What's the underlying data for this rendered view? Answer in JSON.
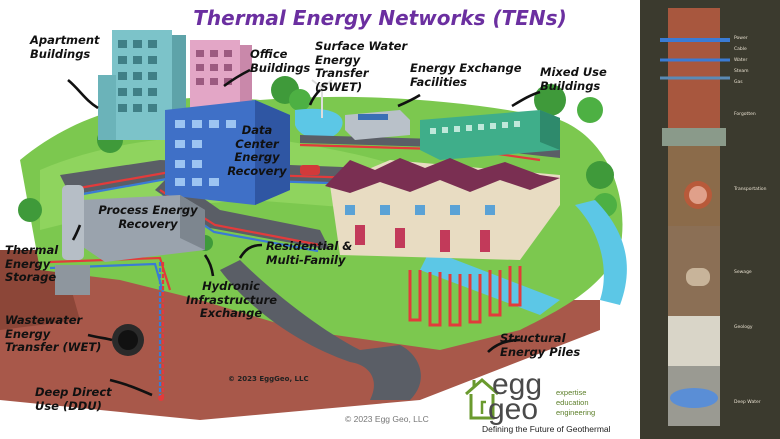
{
  "title": "Thermal Energy Networks (TENs)",
  "labels": {
    "apartment": "Apartment Buildings",
    "office": "Office Buildings",
    "swet": "Surface Water Energy Transfer (SWET)",
    "eef": "Energy Exchange Facilities",
    "mixed": "Mixed Use Buildings",
    "datacenter": "Data Center Energy Recovery",
    "process": "Process Energy Recovery",
    "thermal_storage": "Thermal Energy Storage",
    "residential": "Residential & Multi-Family",
    "hydronic": "Hydronic Infrastructure Exchange",
    "wet": "Wastewater Energy Transfer (WET)",
    "ddu": "Deep Direct Use (DDU)",
    "piles": "Structural Energy Piles"
  },
  "copyright_inner": "© 2023 EggGeo, LLC",
  "copyright_footer": "© 2023 Egg Geo, LLC",
  "logo": {
    "word_top": "egg",
    "word_bottom": "geo",
    "side": [
      "expertise",
      "education",
      "engineering"
    ],
    "tagline": "Defining the Future of Geothermal"
  },
  "column_labels": [
    "Power",
    "Cable",
    "Water",
    "Steam",
    "Gas",
    "Forgotten",
    "Transportation",
    "Sewage",
    "Geology",
    "Deep Water"
  ],
  "colors": {
    "title": "#6b2fa0",
    "grass": "#6fbf4a",
    "water": "#5cc7e6",
    "road": "#5a5e66",
    "pipe_hot": "#e23b3b",
    "pipe_cold": "#3a7bd5",
    "logo_green": "#6a9a2e"
  }
}
